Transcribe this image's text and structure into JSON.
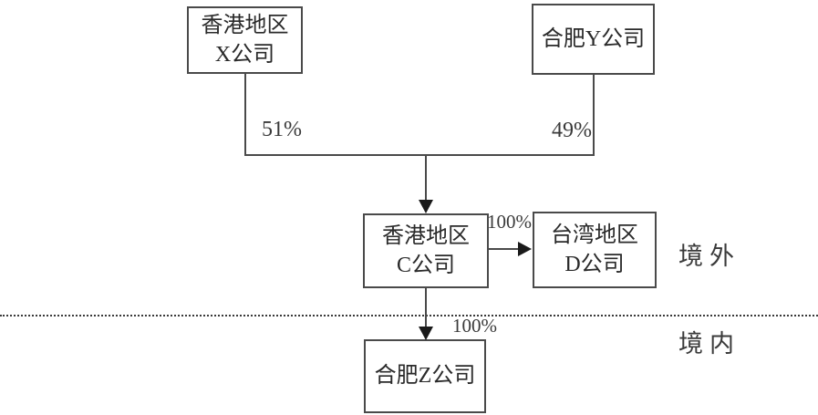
{
  "diagram": {
    "type": "corporate-ownership-structure",
    "boxes": [
      {
        "name": "hk-x-company",
        "lines": [
          "香港地区",
          "X公司"
        ]
      },
      {
        "name": "hefei-y-company",
        "lines": [
          "合肥Y公司"
        ]
      },
      {
        "name": "hk-c-company",
        "lines": [
          "香港地区",
          "C公司"
        ]
      },
      {
        "name": "taiwan-d-company",
        "lines": [
          "台湾地区",
          "D公司"
        ]
      },
      {
        "name": "hefei-z-company",
        "lines": [
          "合肥Z公司"
        ]
      }
    ],
    "edges": [
      {
        "from": "香港地区X公司",
        "to": "香港地区C公司",
        "label": "51%"
      },
      {
        "from": "合肥Y公司",
        "to": "香港地区C公司",
        "label": "49%"
      },
      {
        "from": "香港地区C公司",
        "to": "台湾地区D公司",
        "label": "100%"
      },
      {
        "from": "香港地区C公司",
        "to": "合肥Z公司",
        "label": "100%"
      }
    ],
    "regions": {
      "overseas": "境外",
      "domestic": "境内"
    },
    "colors": {
      "line": "#4a4a4a",
      "arrow": "#1a1a1a",
      "text": "#333333",
      "background": "#ffffff"
    }
  }
}
